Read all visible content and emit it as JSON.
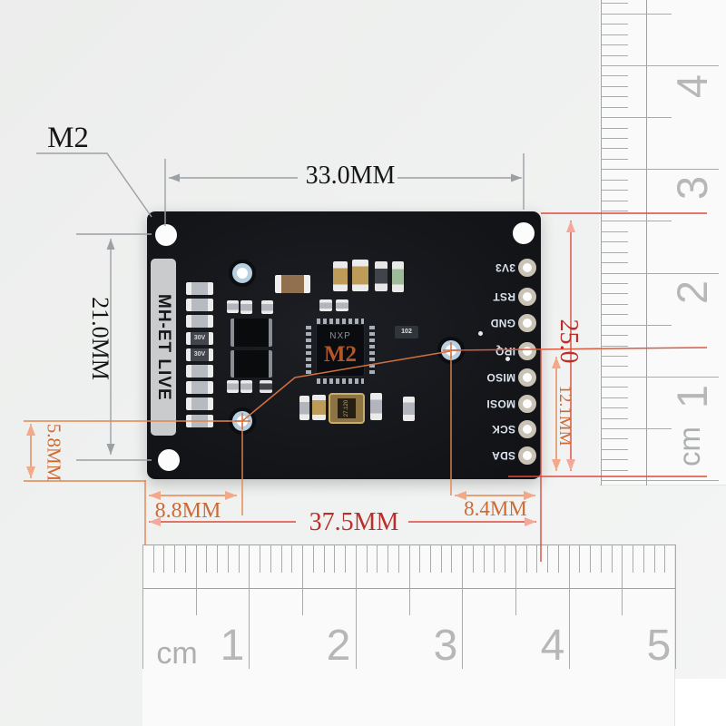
{
  "annotations": {
    "hole_callout": "M2",
    "dims": {
      "top_width": "33.0MM",
      "left_height": "21.0MM",
      "left_bottom_offset": "5.8MM",
      "bottom_left_hole": "8.8MM",
      "bottom_total_width": "37.5MM",
      "bottom_right_hole": "8.4MM",
      "right_height": "25.0",
      "right_pin_span": "12.1MM"
    }
  },
  "pcb": {
    "silkscreen_label": "MH-ET LIVE",
    "chip_brand": "NXP",
    "chip_marking": "M2",
    "crystal_marking": "27.120",
    "smd_code": "102",
    "diode_marking": "30V",
    "pin_labels": [
      "3V3",
      "RST",
      "GND",
      "IRQ",
      "MISO",
      "MOSI",
      "SCK",
      "SDA"
    ]
  },
  "rulers": {
    "bottom": {
      "unit_label": "cm",
      "numbers": [
        "1",
        "2",
        "3",
        "4",
        "5"
      ]
    },
    "right": {
      "unit_label": "cm",
      "numbers": [
        "4",
        "3",
        "2",
        "1"
      ]
    }
  },
  "colors": {
    "dim_black": "#161616",
    "dim_orange": "#cd6a33",
    "dim_red": "#ba2f2a",
    "arrow_gray": "#9ba0a4",
    "arrow_salmon": "#f3a887",
    "arrow_pink": "#f3a89b",
    "pcb_black": "#15161a",
    "ruler_digit_gray": "#b6b7b6"
  }
}
